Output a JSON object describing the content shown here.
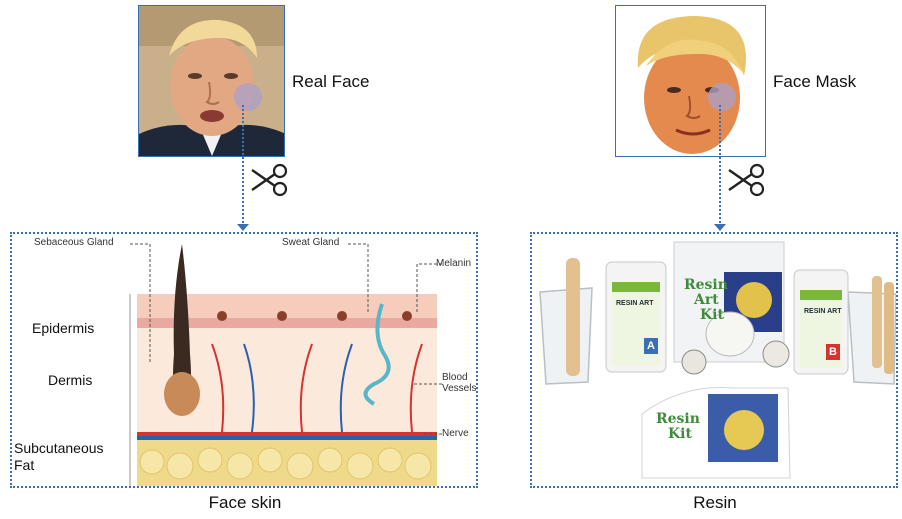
{
  "top_left": {
    "label": "Real Face"
  },
  "top_right": {
    "label": "Face Mask"
  },
  "left_panel": {
    "caption": "Face skin",
    "annotations": {
      "sebaceous": "Sebaceous Gland",
      "sweat": "Sweat Gland",
      "melanin": "Melanin",
      "blood_line1": "Blood",
      "blood_line2": "Vessels",
      "nerve": "Nerve"
    },
    "layers": {
      "epidermis": "Epidermis",
      "dermis": "Dermis",
      "subcut_line1": "Subcutaneous",
      "subcut_line2": "Fat"
    }
  },
  "right_panel": {
    "caption": "Resin",
    "kit_brand_line1": "Resin",
    "kit_brand_line2": "Art",
    "kit_brand_line3": "Kit",
    "bottle_text": "RESIN ART",
    "bottle_a": "A",
    "bottle_b": "B",
    "booklet_line1": "Resin",
    "booklet_line2": "Kit"
  },
  "icons": [
    "scissors-icon",
    "scissors-icon"
  ],
  "colors": {
    "accent_blue": "#3a6fb6",
    "skin_pink": "#f3c9b7",
    "fat_yellow": "#efd98a",
    "dermis": "#fbe9d7"
  }
}
